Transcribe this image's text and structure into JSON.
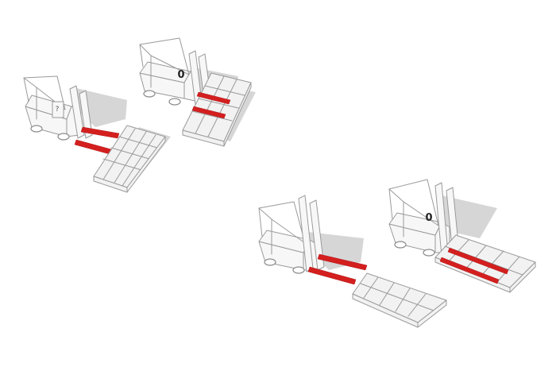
{
  "colors": {
    "background": "#ffffff",
    "outline": "#9a9a9a",
    "body_fill": "#f7f7f7",
    "shadow": "#c8c8c8",
    "fork": "#d41f1f",
    "pallet_fill": "#f2f2f2"
  },
  "scenes": [
    {
      "id": "scene-top-left",
      "pallet": "long-side-entry",
      "forks_inserted": false
    },
    {
      "id": "scene-top-right",
      "pallet": "long-side-entry",
      "forks_inserted": true
    },
    {
      "id": "scene-bottom-left",
      "pallet": "short-side-entry",
      "forks_inserted": false
    },
    {
      "id": "scene-bottom-right",
      "pallet": "short-side-entry",
      "forks_inserted": true
    }
  ]
}
